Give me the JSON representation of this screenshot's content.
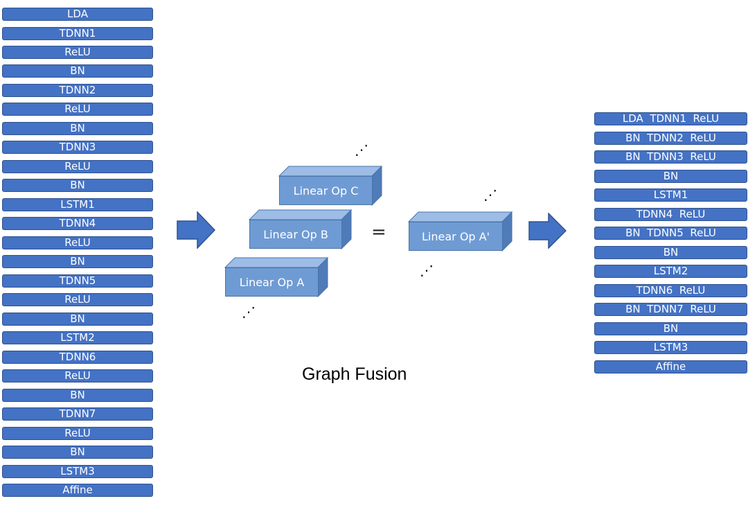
{
  "left_stack": {
    "layers": [
      "LDA",
      "TDNN1",
      "ReLU",
      "BN",
      "TDNN2",
      "ReLU",
      "BN",
      "TDNN3",
      "ReLU",
      "BN",
      "LSTM1",
      "TDNN4",
      "ReLU",
      "BN",
      "TDNN5",
      "ReLU",
      "BN",
      "LSTM2",
      "TDNN6",
      "ReLU",
      "BN",
      "TDNN7",
      "ReLU",
      "BN",
      "LSTM3",
      "Affine"
    ]
  },
  "right_stack": {
    "layers": [
      "LDA  TDNN1  ReLU",
      "BN  TDNN2  ReLU",
      "BN  TDNN3  ReLU",
      "BN",
      "LSTM1",
      "TDNN4  ReLU",
      "BN  TDNN5  ReLU",
      "BN",
      "LSTM2",
      "TDNN6  ReLU",
      "BN  TDNN7  ReLU",
      "BN",
      "LSTM3",
      "Affine"
    ]
  },
  "fusion": {
    "op_c": "Linear Op C",
    "op_b": "Linear Op B",
    "op_a": "Linear Op A",
    "op_a_prime": "Linear Op A'",
    "equals": "=",
    "ellipsis": "⋰"
  },
  "caption": "Graph Fusion",
  "colors": {
    "layer_fill": "#4472c4",
    "layer_border": "#2f528f",
    "cuboid_front": "#6f9bd4",
    "cuboid_top": "#9dbde6",
    "cuboid_side": "#4f7bb8",
    "arrow": "#4472c4"
  }
}
